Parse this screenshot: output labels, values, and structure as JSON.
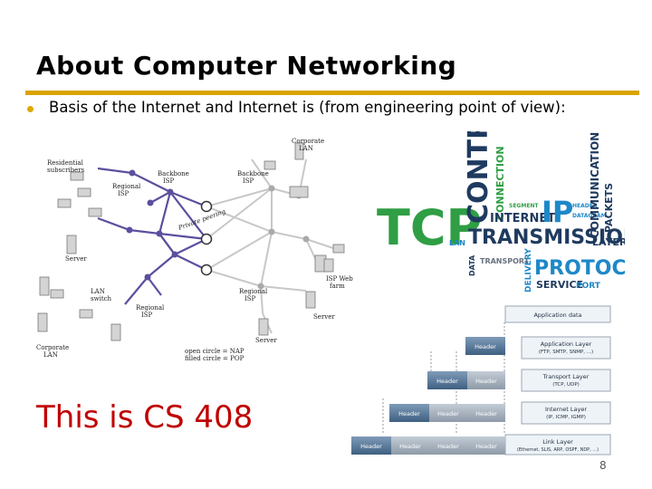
{
  "slide": {
    "title": "About Computer Networking",
    "bullet": "Basis of the Internet and Internet is (from engineering point of view):",
    "callout": "This is CS 408",
    "page_number": "8"
  },
  "network_diagram": {
    "labels": {
      "corporate_lan_top": [
        "Corporate",
        "LAN"
      ],
      "residential": [
        "Residential",
        "subscribers"
      ],
      "backbone_isp_1": [
        "Backbone",
        "ISP"
      ],
      "backbone_isp_2": [
        "Backbone",
        "ISP"
      ],
      "regional_isp_1": [
        "Regional",
        "ISP"
      ],
      "private_peering": "Private peering",
      "server_left": "Server",
      "lan_switch": [
        "LAN",
        "switch"
      ],
      "regional_isp_2": [
        "Regional",
        "ISP"
      ],
      "regional_isp_3": [
        "Regional",
        "ISP"
      ],
      "isp_web_farm": [
        "ISP Web",
        "farm"
      ],
      "server_right": "Server",
      "server_bottom": "Server",
      "corporate_lan_bottom": [
        "Corporate",
        "LAN"
      ],
      "legend": [
        "open circle = NAP",
        "filled circle = POP"
      ]
    }
  },
  "word_cloud": {
    "words": [
      "TCP",
      "CONTROL",
      "CONNECTION",
      "SEGMENT",
      "INTERNET",
      "IP",
      "HEADER",
      "DATAGRAM",
      "COMMUNICATION",
      "PACKETS",
      "LAYER",
      "TRANSMISSION",
      "LAN",
      "DATA",
      "TRANSPORT",
      "DELIVERY",
      "PROTOCOL",
      "SERVICE",
      "PORT"
    ],
    "colors": {
      "green": "#2f9e44",
      "navy": "#1f3a5f",
      "blue": "#1e88c8",
      "gray": "#6b7280"
    }
  },
  "stack_diagram": {
    "application_data": "Application data",
    "header": "Header",
    "layers": [
      {
        "name": "Application Layer",
        "protocols": "(FTP, SMTP, SNMP, ...)"
      },
      {
        "name": "Transport Layer",
        "protocols": "(TCP, UDP)"
      },
      {
        "name": "Internet Layer",
        "protocols": "(IP, ICMP, IGMP)"
      },
      {
        "name": "Link Layer",
        "protocols": "(Ethernet, SLIS, ARP, OSPF, NDP, ...)"
      }
    ]
  }
}
